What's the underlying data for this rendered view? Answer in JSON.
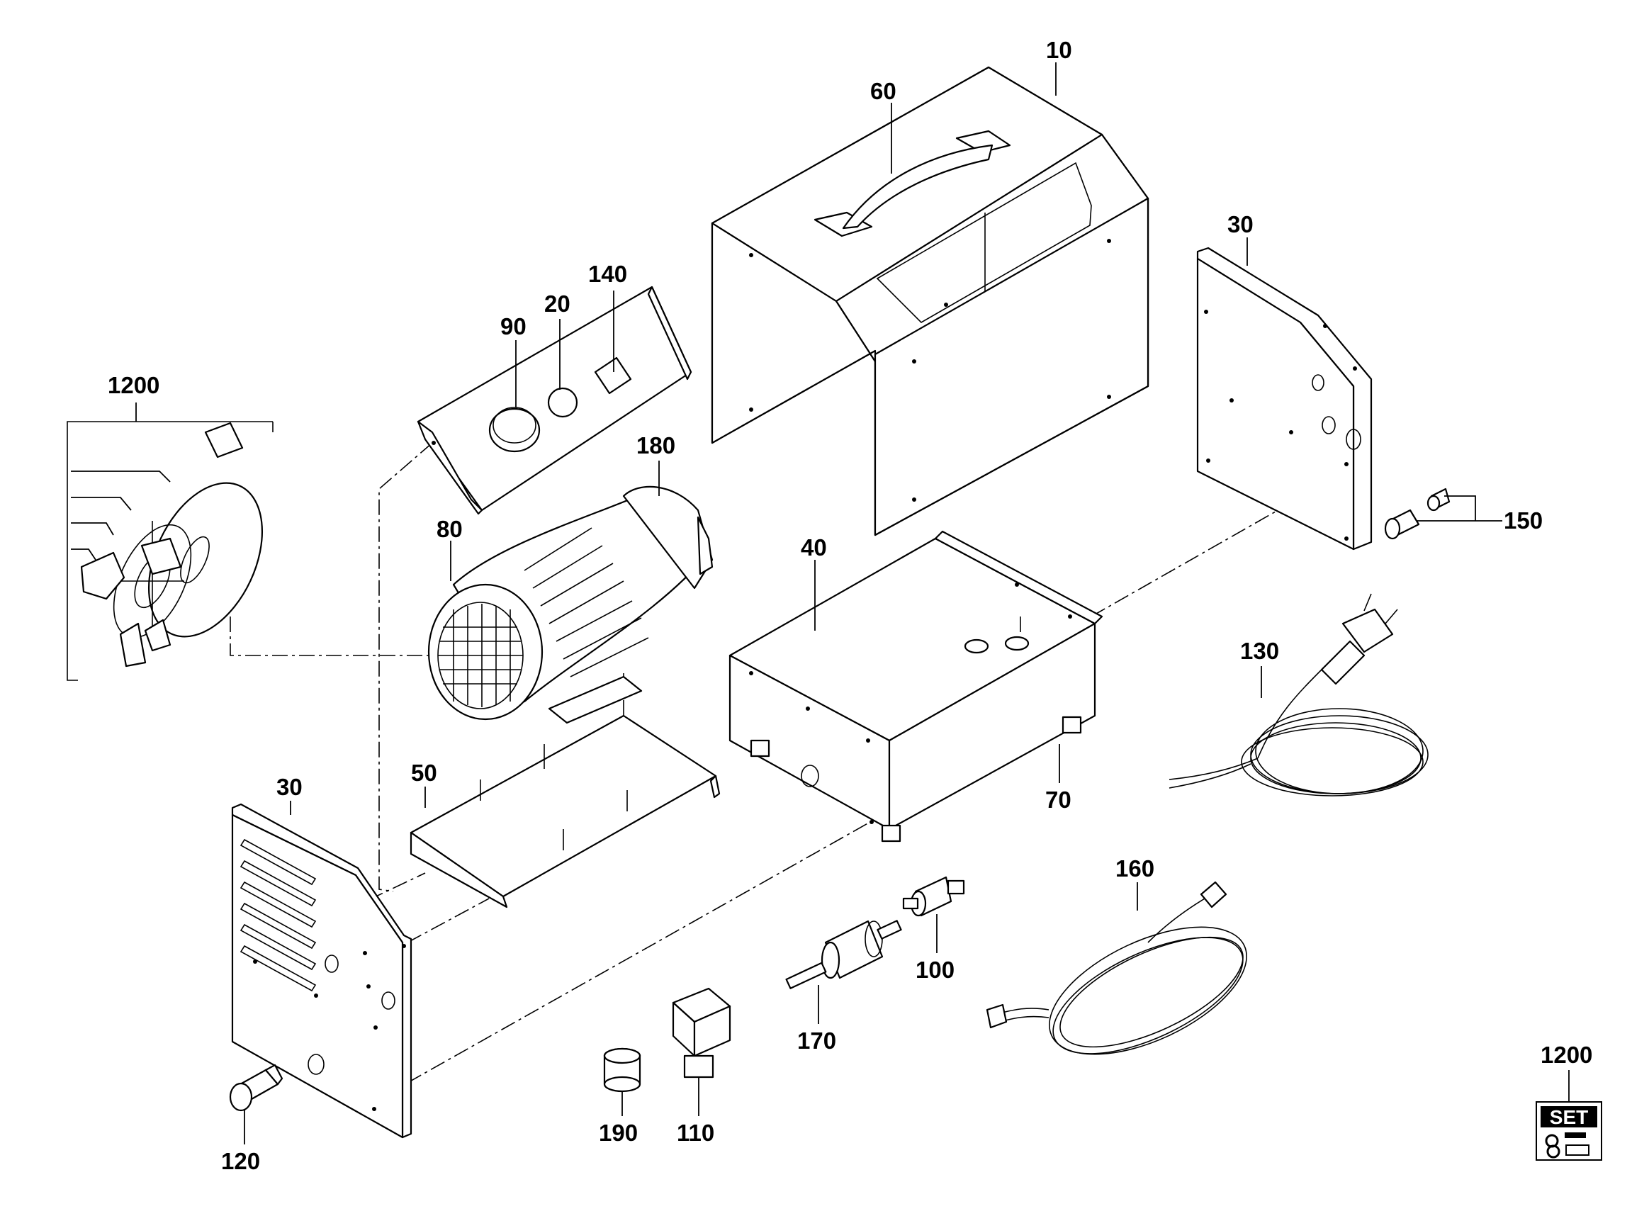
{
  "parts": [
    {
      "id": "p10",
      "label": "10"
    },
    {
      "id": "p60",
      "label": "60"
    },
    {
      "id": "p30_right",
      "label": "30"
    },
    {
      "id": "p140",
      "label": "140"
    },
    {
      "id": "p20",
      "label": "20"
    },
    {
      "id": "p90",
      "label": "90"
    },
    {
      "id": "p1200_kit",
      "label": "1200"
    },
    {
      "id": "p180",
      "label": "180"
    },
    {
      "id": "p80",
      "label": "80"
    },
    {
      "id": "p40",
      "label": "40"
    },
    {
      "id": "p150",
      "label": "150"
    },
    {
      "id": "p130",
      "label": "130"
    },
    {
      "id": "p30_left",
      "label": "30"
    },
    {
      "id": "p50",
      "label": "50"
    },
    {
      "id": "p70",
      "label": "70"
    },
    {
      "id": "p160",
      "label": "160"
    },
    {
      "id": "p100",
      "label": "100"
    },
    {
      "id": "p170",
      "label": "170"
    },
    {
      "id": "p120",
      "label": "120"
    },
    {
      "id": "p190",
      "label": "190"
    },
    {
      "id": "p110",
      "label": "110"
    },
    {
      "id": "p1200_set",
      "label": "1200"
    }
  ],
  "set_badge": {
    "text": "SET",
    "icon": "set-kit-icon"
  }
}
